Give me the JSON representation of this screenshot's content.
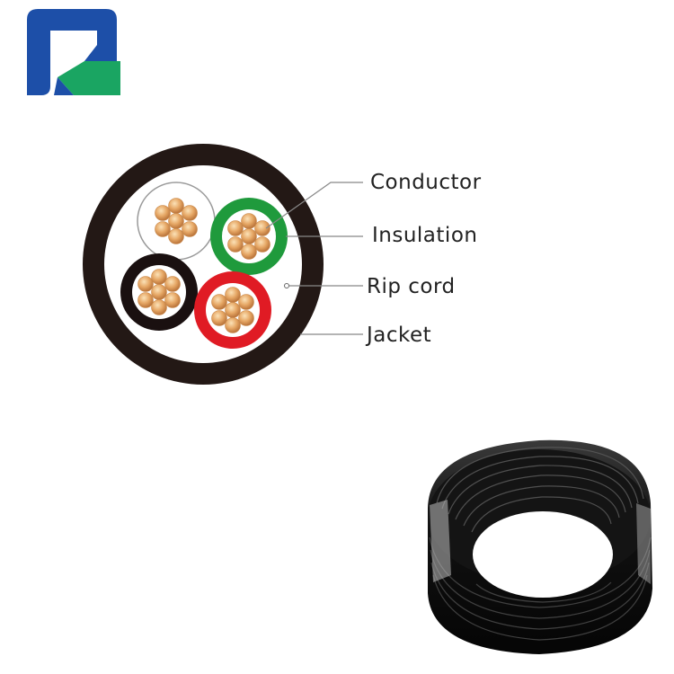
{
  "labels": {
    "conductor": "Conductor",
    "insulation": "Insulation",
    "rip_cord": "Rip cord",
    "jacket": "Jacket"
  },
  "colors": {
    "logo_blue": "#1d4fa8",
    "logo_green": "#1aa562",
    "jacket": "#231815",
    "core_green": "#1f9a3c",
    "core_red": "#e01b24",
    "core_black": "#1a1010",
    "conductor_copper": "#e0a060",
    "leader_line": "#888888"
  },
  "icons": {
    "logo": "company-logo-icon",
    "coil": "cable-coil-icon"
  }
}
